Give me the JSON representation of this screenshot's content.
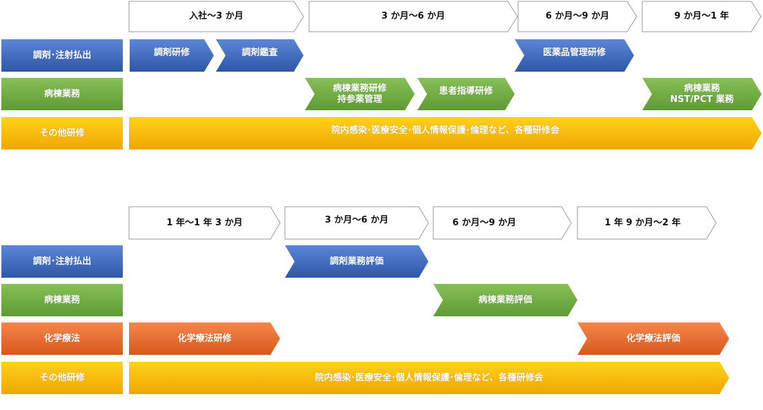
{
  "colors": {
    "blue_top": "#5b86d6",
    "blue_bottom": "#2f57a8",
    "green_top": "#86c056",
    "green_bottom": "#5f9a35",
    "yellow_top": "#ffd21a",
    "yellow_bottom": "#f0a600",
    "orange_top": "#f5864a",
    "orange_bottom": "#d9581c",
    "header_border": "#9a9a9a"
  },
  "section1": {
    "headers": [
      "入社～3 か月",
      "3 か月～6 か月",
      "6 か月～9 か月",
      "9 か月～1 年"
    ],
    "categories": [
      "調剤･注射払出",
      "病棟業務",
      "その他研修"
    ],
    "bars": [
      "調剤研修",
      "調剤鑑査",
      "医薬品管理研修",
      "病棟業務研修\n持参薬管理",
      "患者指導研修",
      "病棟業務\nNST/PCT 業務",
      "院内感染･医療安全･個人情報保護･倫理など、各種研修会"
    ]
  },
  "section2": {
    "headers": [
      "1 年～1 年 3 か月",
      "3 か月～6 か月",
      "6 か月～9 か月",
      "1 年 9 か月～2 年"
    ],
    "categories": [
      "調剤･注射払出",
      "病棟業務",
      "化学療法",
      "その他研修"
    ],
    "bars": [
      "調剤業務評価",
      "病棟業務評価",
      "化学療法研修",
      "化学療法評価",
      "院内感染･医療安全･個人情報保護･倫理など、各種研修会"
    ]
  }
}
